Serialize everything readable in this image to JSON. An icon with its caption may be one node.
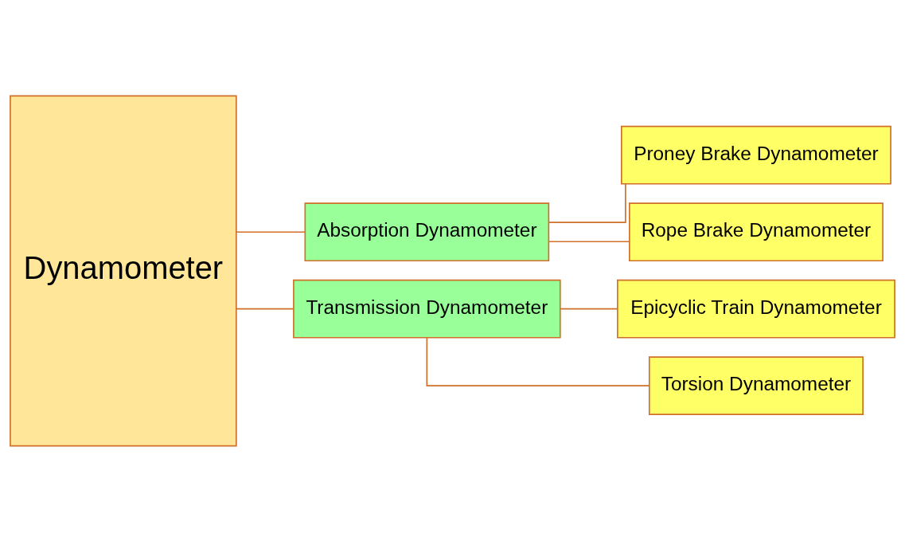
{
  "diagram": {
    "nodes": [
      {
        "text": [
          "Dynamometer"
        ]
      },
      {
        "text": [
          "Absorption Dynamometer"
        ]
      },
      {
        "text": [
          "Transmission Dynamometer"
        ]
      },
      {
        "text": [
          "Proney Brake Dynamometer"
        ]
      },
      {
        "text": [
          "Rope Brake Dynamometer"
        ]
      },
      {
        "text": [
          "Epicyclic Train Dynamometer"
        ]
      },
      {
        "text": [
          "Torsion Dynamometer"
        ]
      }
    ],
    "edges": [
      {
        "from": 0,
        "to": 1,
        "arrow": "none"
      },
      {
        "from": 0,
        "to": 2,
        "arrow": "none"
      },
      {
        "from": 1,
        "to": 3,
        "arrow": "none"
      },
      {
        "from": 1,
        "to": 4,
        "arrow": "none"
      },
      {
        "from": 2,
        "to": 5,
        "arrow": "none"
      },
      {
        "from": 2,
        "to": 6,
        "arrow": "none"
      }
    ]
  }
}
